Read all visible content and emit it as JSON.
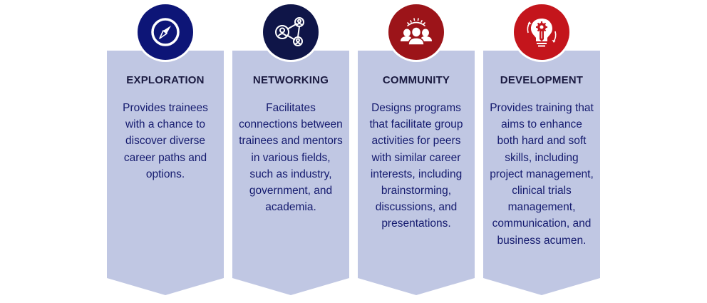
{
  "colors": {
    "panel": "#c0c7e3",
    "text": "#141a6e",
    "title": "#1a1a40"
  },
  "cards": [
    {
      "title": "EXPLORATION",
      "description": "Provides trainees with a chance to discover diverse career paths and options.",
      "icon": "compass-icon",
      "icon_color": "#0d1577"
    },
    {
      "title": "NETWORKING",
      "description": "Facilitates connections between trainees and mentors in various fields, such as industry, government, and academia.",
      "icon": "network-people-icon",
      "icon_color": "#0f1548"
    },
    {
      "title": "COMMUNITY",
      "description": "Designs programs that facilitate group activities for peers with similar career interests, including brainstorming, discussions, and presentations.",
      "icon": "group-people-icon",
      "icon_color": "#9c1419"
    },
    {
      "title": "DEVELOPMENT",
      "description": "Provides training that aims to enhance both hard and soft skills, including project management, clinical trials management, communication, and business acumen.",
      "icon": "lightbulb-gear-pencil-icon",
      "icon_color": "#c4151c"
    }
  ]
}
